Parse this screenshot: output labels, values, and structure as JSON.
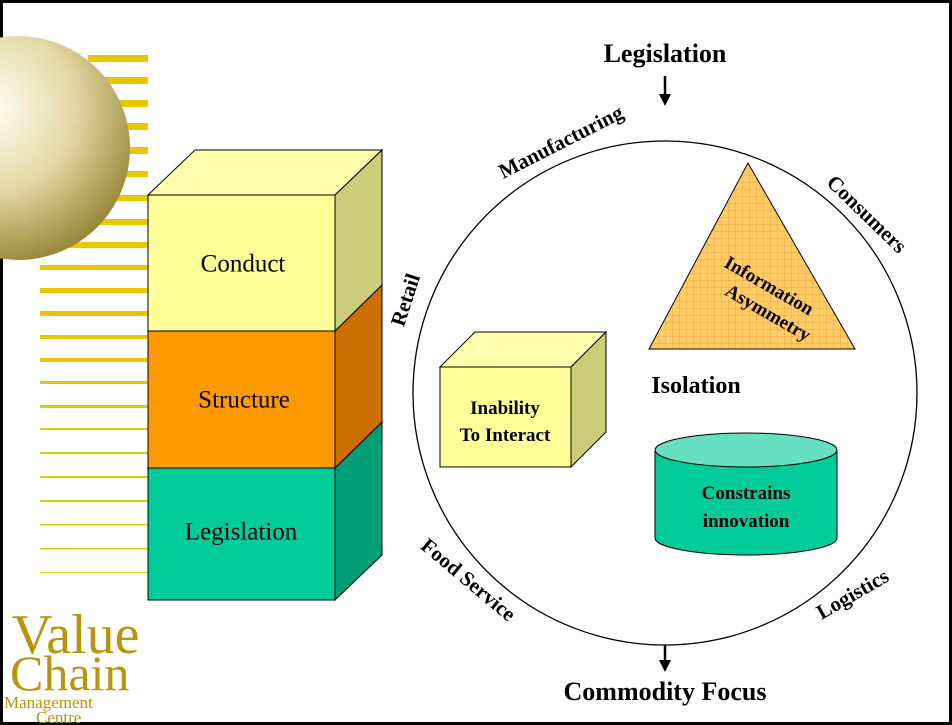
{
  "logo": {
    "line1": "Value",
    "line2": "Chain",
    "line3": "Management",
    "line4": "Centre"
  },
  "stack": [
    {
      "label": "Conduct"
    },
    {
      "label": "Structure"
    },
    {
      "label": "Legislation"
    }
  ],
  "top_label": "Legislation",
  "bottom_label": "Commodity Focus",
  "ring_labels": {
    "manufacturing": "Manufacturing",
    "consumers": "Consumers",
    "retail": "Retail",
    "food_service": "Food Service",
    "logistics": "Logistics"
  },
  "center_label": "Isolation",
  "triangle": {
    "line1": "Information",
    "line2": "Asymmetry"
  },
  "box": {
    "line1": "Inability",
    "line2": "To Interact"
  },
  "cylinder": {
    "line1": "Constrains",
    "line2": "innovation"
  },
  "colors": {
    "conduct": "#FFFF99",
    "structure": "#FF9900",
    "legislation": "#00CC99",
    "logo_gold": "#CCAA00",
    "triangle": "#FFCC66"
  }
}
